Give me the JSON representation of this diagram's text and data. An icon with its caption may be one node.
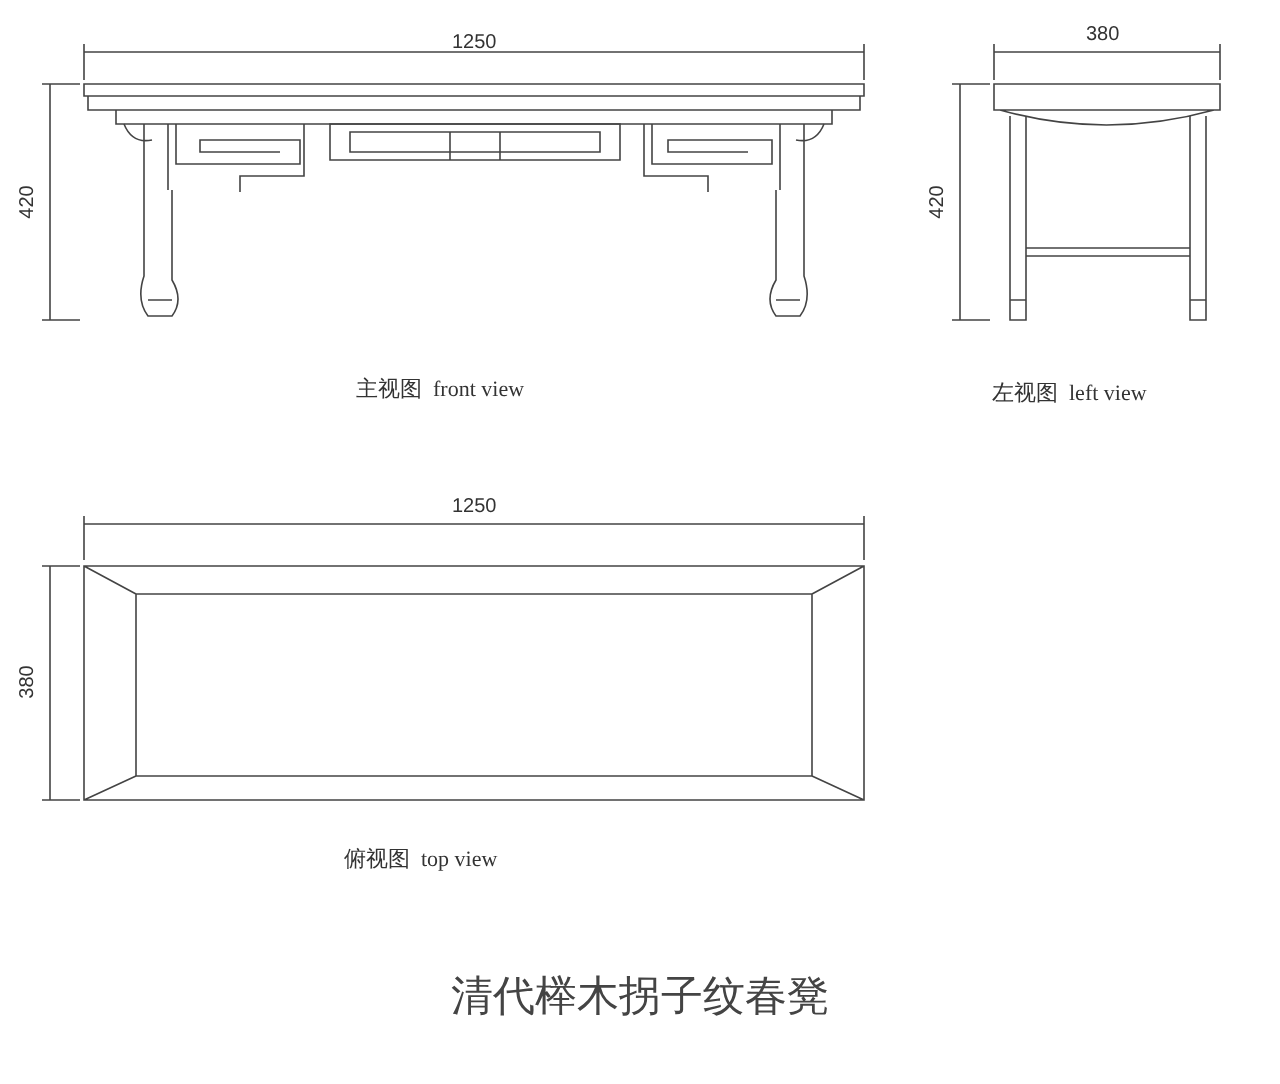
{
  "diagram": {
    "title": "清代榉木拐子纹春凳",
    "labels": [
      "1250",
      "420",
      "主视图 front view",
      "380",
      "420",
      "左视图 left view",
      "1250",
      "380",
      "俯视图 top view"
    ]
  }
}
